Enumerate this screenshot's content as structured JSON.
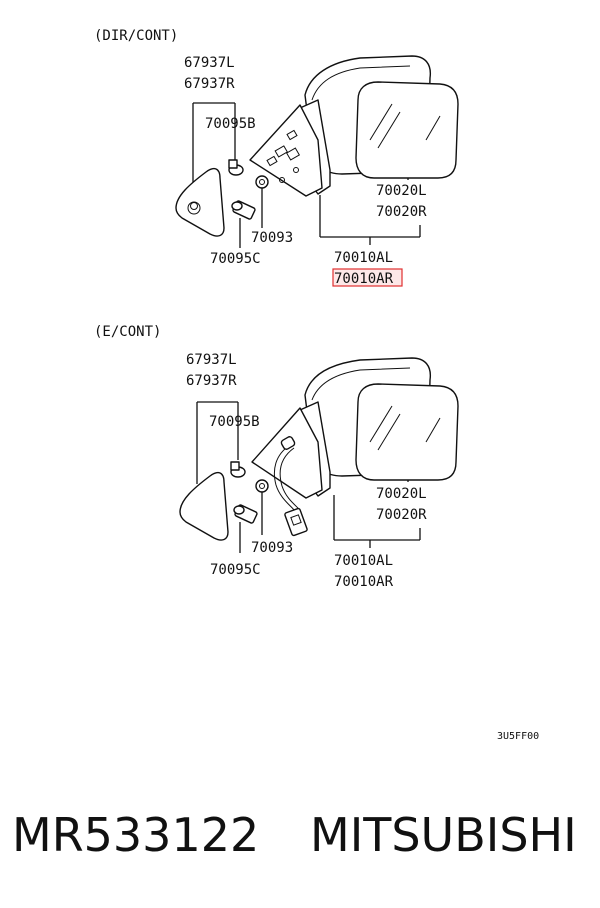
{
  "sections": [
    {
      "heading": "(DIR/CONT)",
      "labels": {
        "p67937L": "67937L",
        "p67937R": "67937R",
        "p70095B": "70095B",
        "p70093": "70093",
        "p70095C": "70095C",
        "p70020L": "70020L",
        "p70020R": "70020R",
        "p70010AL": "70010AL",
        "p70010AR": "70010AR"
      },
      "highlighted_label": "70010AR"
    },
    {
      "heading": "(E/CONT)",
      "labels": {
        "p67937L": "67937L",
        "p67937R": "67937R",
        "p70095B": "70095B",
        "p70093": "70093",
        "p70095C": "70095C",
        "p70020L": "70020L",
        "p70020R": "70020R",
        "p70010AL": "70010AL",
        "p70010AR": "70010AR"
      }
    }
  ],
  "diagram_code": "3U5FF00",
  "footer": {
    "part_number": "MR533122",
    "brand": "MITSUBISHI"
  },
  "colors": {
    "highlight_border": "#e03030",
    "highlight_fill": "#fde8e8",
    "line": "#111111"
  }
}
